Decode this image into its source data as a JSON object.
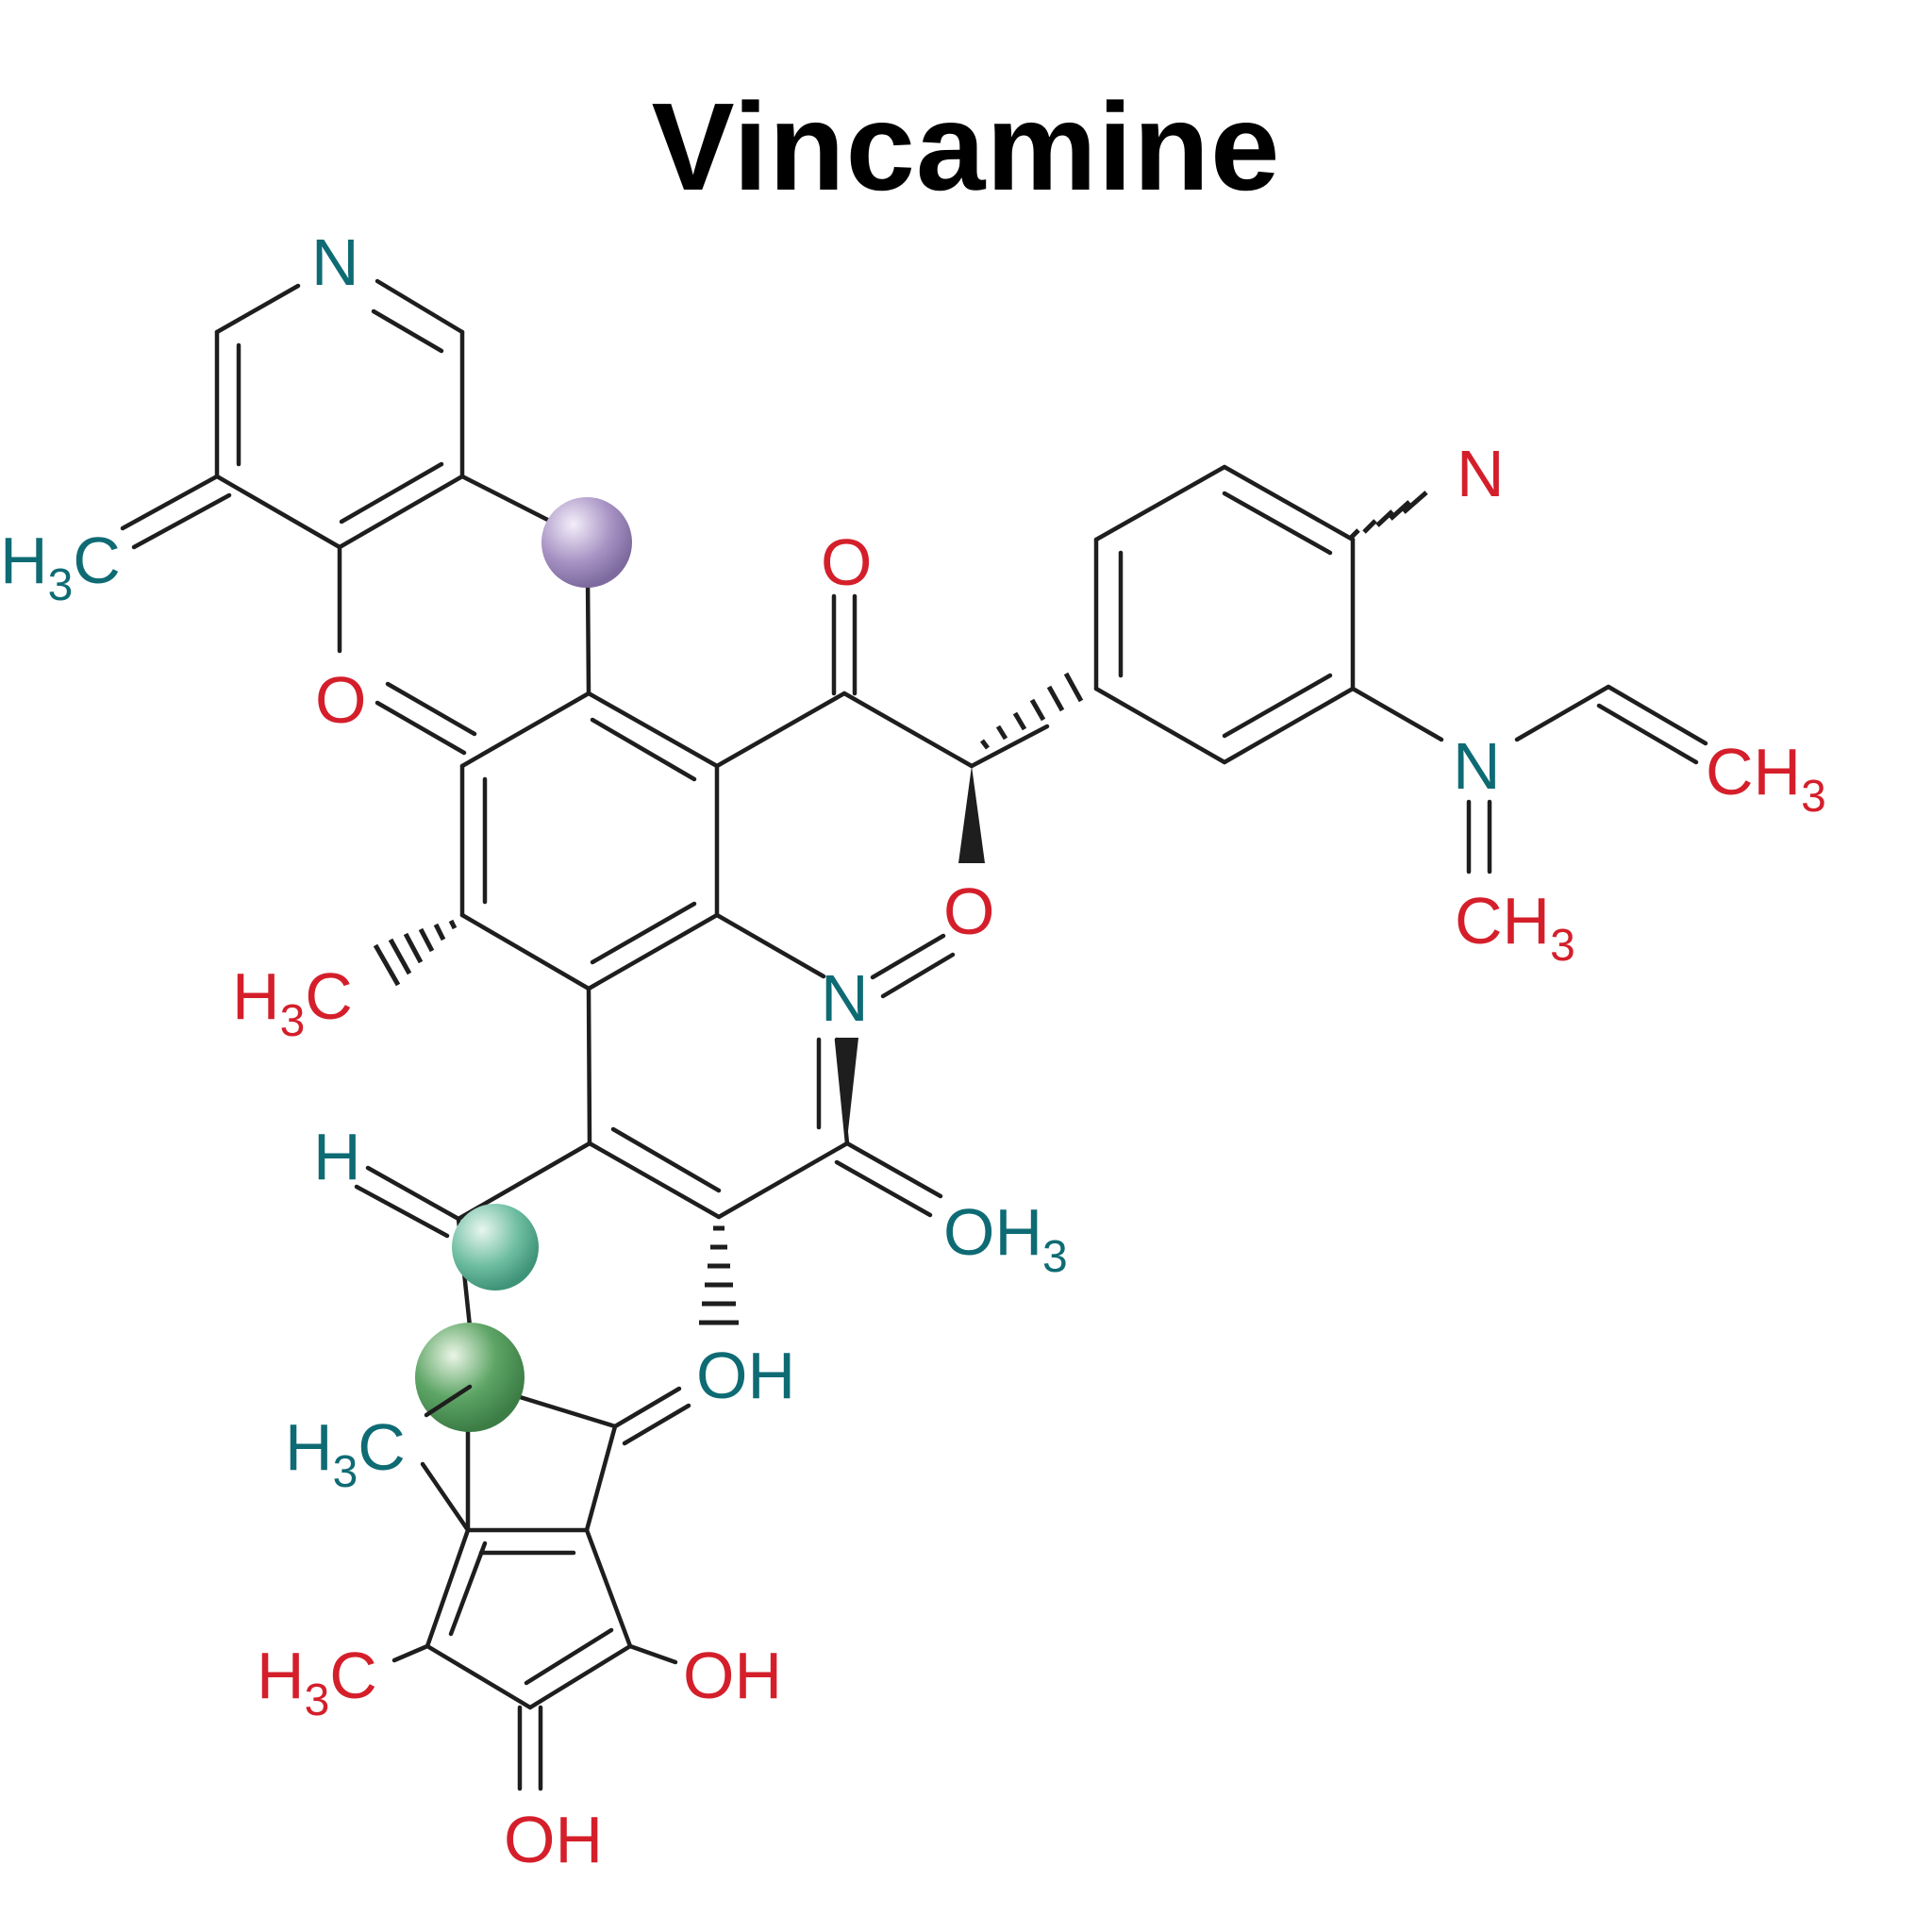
{
  "title": "Vincamine",
  "colors": {
    "bond": "#1e1e1e",
    "red": "#d41f2b",
    "teal": "#0e6b74",
    "purple": "#9b84b8",
    "lightgreen": "#63b79c",
    "green": "#4f9a5a"
  },
  "labels": {
    "n_pyridine": "N",
    "h3c_left": "H3C",
    "o_ring_left": "O",
    "o_ketone": "O",
    "n_aryl": "N",
    "n_amine": "N",
    "ch3_right": "CH3",
    "ch3_amine": "CH3",
    "o_ring": "O",
    "h3c_methyl": "H3C",
    "n_center": "N",
    "h_vinyl": "H",
    "oh3": "OH3",
    "oh_mid": "OH",
    "h3c_bottom_upper": "H3C",
    "h3c_bottom_lower": "H3C",
    "oh_right": "OH",
    "oh_bottom": "OH"
  }
}
